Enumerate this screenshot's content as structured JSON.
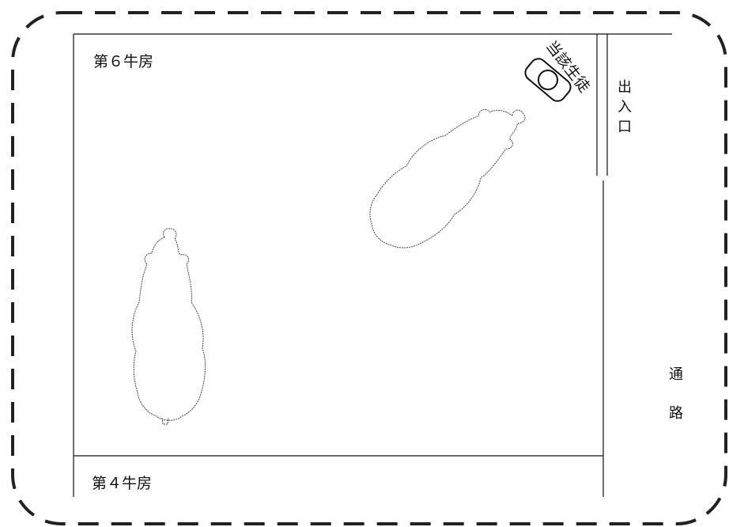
{
  "labels": {
    "pen6": "第６牛房",
    "pen4": "第４牛房",
    "entrance_chars": [
      "出",
      "入",
      "口"
    ],
    "aisle_chars": [
      "通",
      "路"
    ],
    "student": "当該生徒"
  }
}
